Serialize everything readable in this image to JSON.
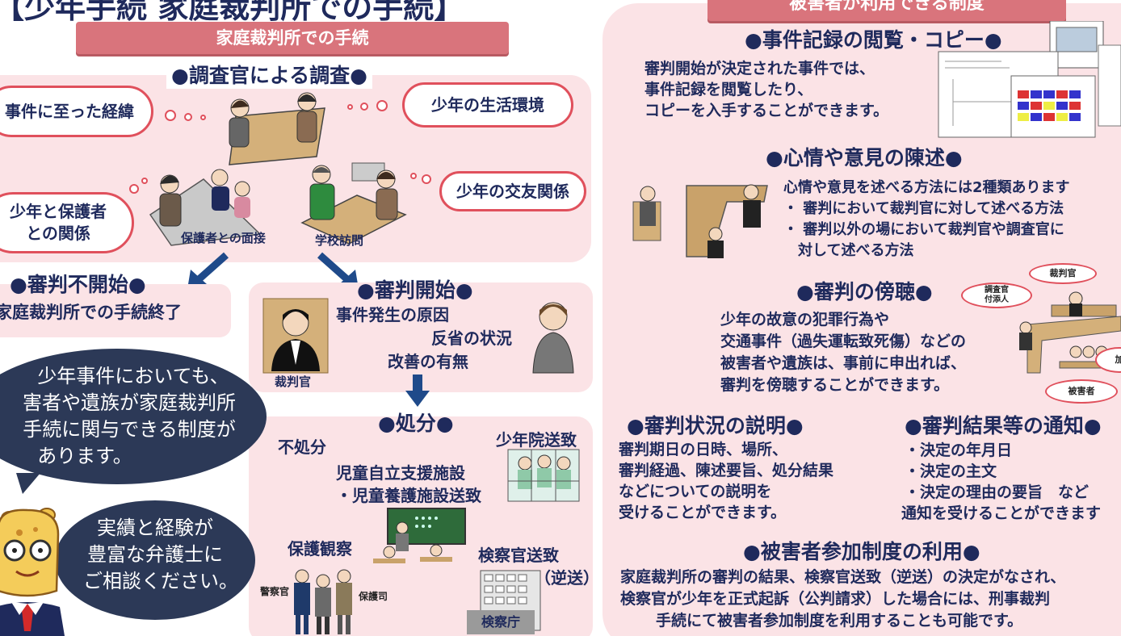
{
  "title": "【少年手続 家庭裁判所での手続】",
  "left": {
    "header": "家庭裁判所での手続",
    "investigation_title": "●調査官による調査●",
    "clouds": {
      "circumstances": "事件に至った経緯",
      "living_env": "少年の生活環境",
      "guardian_relation": "少年と保護者\nとの関係",
      "friends": "少年の交友関係"
    },
    "captions": {
      "guardian_interview": "保護者との面接",
      "school_visit": "学校訪問"
    },
    "no_trial": {
      "title": "●審判不開始●",
      "text": "家庭裁判所での手続終了"
    },
    "trial_start": {
      "title": "●審判開始●",
      "line1": "事件発生の原因",
      "line2": "反省の状況",
      "line3": "改善の有無",
      "judge_label": "裁判官"
    },
    "disposition": {
      "title": "●処分●",
      "no_disposition": "不処分",
      "reformatory": "少年院送致",
      "facility_1": "児童自立支援施設",
      "facility_2": "・児童養護施設送致",
      "probation": "保護観察",
      "prosecutor_1": "検察官送致",
      "prosecutor_2": "（逆送）",
      "police_label": "警察官",
      "probation_officer_label": "保護司",
      "prosecutor_office": "検察庁"
    },
    "speech_1": [
      "少年事件においても、",
      "害者や遺族が家庭裁判所",
      "手続に関与できる制度が",
      "あります。"
    ],
    "speech_2": [
      "実績と経験が",
      "豊富な弁護士に",
      "ご相談ください。"
    ]
  },
  "right": {
    "header": "被害者が利用できる制度",
    "records": {
      "title": "●事件記録の閲覧・コピー●",
      "lines": [
        "審判開始が決定された事件では、",
        "事件記録を閲覧したり、",
        "コピーを入手することができます。"
      ]
    },
    "opinion": {
      "title": "●心情や意見の陳述●",
      "lines": [
        "心情や意見を述べる方法には2種類あります",
        "・ 審判において裁判官に対して述べる方法",
        "・ 審判以外の場において裁判官や調査官に",
        "　対して述べる方法"
      ]
    },
    "observation": {
      "title": "●審判の傍聴●",
      "lines": [
        "少年の故意の犯罪行為や",
        "交通事件（過失運転致死傷）などの",
        "被害者や遺族は、事前に申出れば、",
        "審判を傍聴することができます。"
      ],
      "labels": {
        "judge": "裁判官",
        "investigator": "調査官\n付添人",
        "participant": "加",
        "victim": "被害者"
      }
    },
    "explanation": {
      "title": "●審判状況の説明●",
      "lines": [
        "審判期日の日時、場所、",
        "審判経過、陳述要旨、処分結果",
        "などについての説明を",
        "受けることができます。"
      ]
    },
    "notice": {
      "title": "●審判結果等の通知●",
      "lines": [
        "・決定の年月日",
        "・決定の主文",
        "・決定の理由の要旨　など",
        "通知を受けることができます"
      ]
    },
    "participation": {
      "title": "●被害者参加制度の利用●",
      "lines": [
        "家庭裁判所の審判の結果、検察官送致（逆送）の決定がなされ、",
        "検察官が少年を正式起訴（公判請求）した場合には、刑事裁判",
        "手続にて被害者参加制度を利用することも可能です。"
      ]
    }
  },
  "colors": {
    "navy": "#1f2a5c",
    "pink_panel": "#fbe3e6",
    "header_pink": "#d9747c",
    "cloud_red": "#e0505c",
    "bubble": "#2c3957"
  }
}
